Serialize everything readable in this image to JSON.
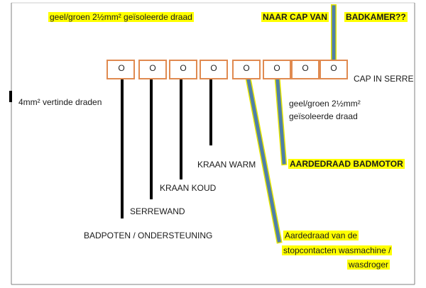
{
  "labels": {
    "top_left": "geel/groen 2½mm² geïsoleerde draad",
    "naar_cap": "NAAR CAP VAN",
    "badkamer": "BADKAMER??",
    "cap_in_serre": "CAP IN SERRE",
    "vertinde": "4mm² vertinde draden",
    "right_geel_line1": "geel/groen 2½mm²",
    "right_geel_line2": "geïsoleerde draad",
    "kraan_warm": "KRAAN WARM",
    "aardedraad_badmotor": "AARDEDRAAD  BADMOTOR",
    "kraan_koud": "KRAAN KOUD",
    "serrewand": "SERREWAND",
    "badpoten": "BADPOTEN / ONDERSTEUNING",
    "aard_line1": "Aardedraad  van de",
    "aard_line2": "stopcontacten wasmachine /",
    "aard_line3": "wasdroger"
  },
  "terminal_symbol": "O",
  "colors": {
    "highlight": "#ffff00",
    "terminal_border": "#e08a50",
    "black_wire": "#000000",
    "blue_wire": "#4f7fa8",
    "wire_outline": "#e6e600",
    "frame": "#808080"
  }
}
